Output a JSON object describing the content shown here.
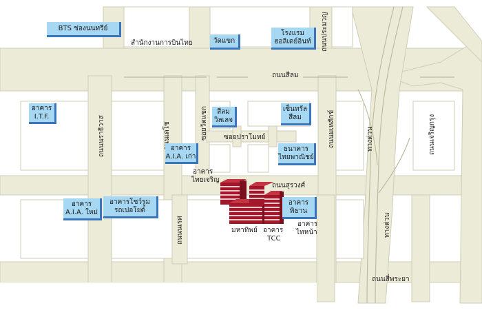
{
  "map": {
    "streets": {
      "silom": "ถนนสีลม",
      "surawong": "ถนนสุรวงศ์",
      "si_phraya": "ถนนสี่พระยา",
      "ratchawong": "ถนนนราธิวาส",
      "decho": "ถนนเดโช",
      "mahesak": "ถนนมเหสักข์",
      "naret": "ถนนนเรศ",
      "charoen_krung": "ถนนเจริญกรุง",
      "pramuan": "ถนนประมวญ",
      "soi_wat_khaek": "ซอยวัดแขก",
      "soi_pramote": "ซอยปราโมทย์",
      "expressway_1": "ทางด่วน",
      "expressway_2": "ทางด่วน"
    },
    "places": {
      "bts": "BTS ช่องนนทรีย์",
      "aviation": "สำนักงานการบินไทย",
      "wat_khaek": "วัดแขก",
      "holiday_inn_1": "โรงแรม",
      "holiday_inn_2": "ฮอลิเดย์อินท์",
      "itf_1": "อาคาร",
      "itf_2": "I.T.F.",
      "silom_village_1": "สีลม",
      "silom_village_2": "วิลเลจ",
      "central_1": "เซ็นทรัล",
      "central_2": "สีลม",
      "aia_old_1": "อาคาร",
      "aia_old_2": "A.I.A. เก่า",
      "thai_commerce_1": "ธนาคาร",
      "thai_commerce_2": "ไทยพาณิชย์",
      "aia_new_1": "อาคาร",
      "aia_new_2": "A.I.A. ใหม่",
      "showroom_1": "อาคารโชว์รูม",
      "showroom_2": "รถเปอโยต์",
      "thai_charoen_1": "อาคาร",
      "thai_charoen_2": "ไทยเจริญ",
      "phiban_1": "อาคาร",
      "phiban_2": "พิธาน",
      "thai_na_1": "อาคาร",
      "thai_na_2": "ไทหน้า",
      "mahathip": "มหาทิพย์",
      "tcc_1": "อาคาร",
      "tcc_2": "TCC"
    }
  },
  "colors": {
    "road": "#ecebd7",
    "road_edge": "#cfcdb4",
    "building_box": "#a6d8f3",
    "building_box_shadow": "#3b74b8",
    "landmark_red": "#a2182a",
    "landmark_stripe": "#ffffff"
  }
}
